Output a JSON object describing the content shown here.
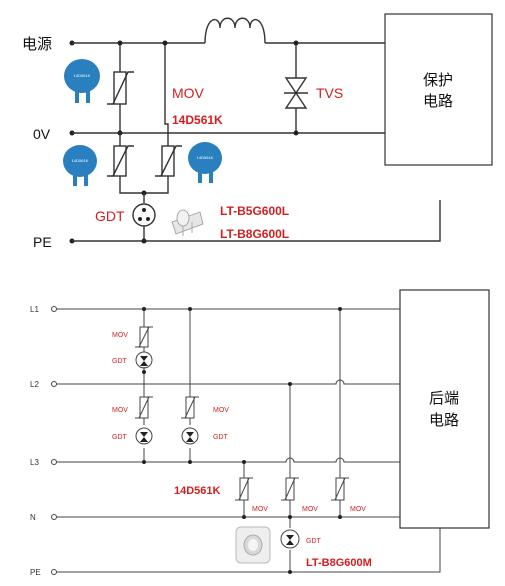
{
  "top": {
    "labels": {
      "power": "电源",
      "zero_v": "0V",
      "pe": "PE",
      "mov": "MOV",
      "tvs": "TVS",
      "gdt": "GDT",
      "mov_part": "14D561K",
      "gdt_part_1": "LT-B5G600L",
      "gdt_part_2": "LT-B8G600L",
      "protect_line1": "保护",
      "protect_line2": "电路"
    }
  },
  "bottom": {
    "lines": [
      "L1",
      "L2",
      "L3",
      "N",
      "PE"
    ],
    "mov": "MOV",
    "gdt": "GDT",
    "mov_part": "14D561K",
    "gdt_part": "LT-B8G600M",
    "rear_line1": "后端",
    "rear_line2": "电路"
  },
  "colors": {
    "accent": "#d11f1f",
    "disc": "#2a7fbf"
  }
}
